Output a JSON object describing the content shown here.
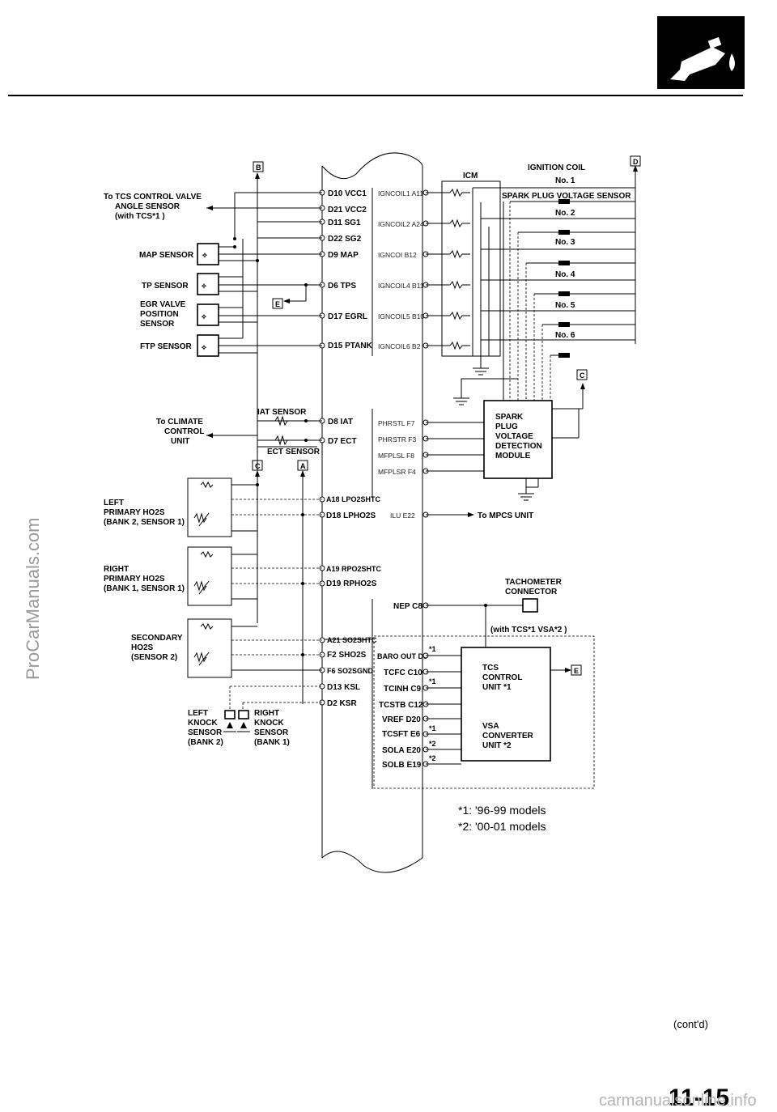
{
  "watermark_side": "ProCarManuals.com",
  "watermark_bottom": "carmanualsonline.info",
  "header_icon": "fuel-nozzle-icon",
  "page_number": "11-15",
  "continued": "(cont'd)",
  "footnotes": [
    "*1: '96-99 models",
    "*2: '00-01 models"
  ],
  "refs": {
    "B": "B",
    "D": "D",
    "E": "E",
    "C": "C",
    "A": "A",
    "C2": "C",
    "E2": "E"
  },
  "left_labels": {
    "tcs_sensor": [
      "To TCS CONTROL VALVE",
      "ANGLE SENSOR",
      "(with TCS*1 )"
    ],
    "map": "MAP SENSOR",
    "tp": "TP SENSOR",
    "egr": [
      "EGR VALVE",
      "POSITION",
      "SENSOR"
    ],
    "ftp": "FTP SENSOR",
    "climate": [
      "To CLIMATE",
      "CONTROL",
      "UNIT"
    ],
    "iat": "IAT SENSOR",
    "ect": "ECT SENSOR",
    "left_ho2s": [
      "LEFT",
      "PRIMARY HO2S",
      "(BANK 2, SENSOR 1)"
    ],
    "right_ho2s": [
      "RIGHT",
      "PRIMARY HO2S",
      "(BANK 1, SENSOR 1)"
    ],
    "secondary": [
      "SECONDARY",
      "HO2S",
      "(SENSOR 2)"
    ],
    "left_knock": [
      "LEFT",
      "KNOCK",
      "SENSOR",
      "(BANK 2)"
    ],
    "right_knock": [
      "RIGHT",
      "KNOCK",
      "SENSOR",
      "(BANK 1)"
    ]
  },
  "pins_left": [
    "D10 VCC1",
    "D21 VCC2",
    "D11 SG1",
    "D22 SG2",
    "D9 MAP",
    "D6 TPS",
    "D17 EGRL",
    "D15 PTANK",
    "D8 IAT",
    "D7 ECT",
    "A18 LPO2SHTC",
    "D18 LPHO2S",
    "A19 RPO2SHTC",
    "D19 RPHO2S",
    "A21 SO2SHTC",
    "F2 SHO2S",
    "F6 SO2SGND",
    "D13 KSL",
    "D2 KSR"
  ],
  "pins_right_upper": [
    "IGNCOIL1 A11",
    "IGNCOIL2 A24",
    "IGNCOI B12",
    "IGNCOIL4 B11",
    "IGNCOIL5 B10",
    "IGNCOIL6 B2"
  ],
  "pins_right_mid": [
    "PHRSTL F7",
    "PHRSTR F3",
    "MFPLSL F8",
    "MFPLSR F4",
    "ILU E22"
  ],
  "pins_right_lower": [
    "NEP C8",
    "BARO OUT D3",
    "TCFC C10",
    "TCINH C9",
    "TCSTB C12",
    "VREF D20",
    "TCSFT E6",
    "SOLA E20",
    "SOLB E19"
  ],
  "right_labels": {
    "icm": "ICM",
    "ignition_coil": "IGNITION COIL",
    "coils": [
      "No. 1",
      "No. 2",
      "No. 3",
      "No. 4",
      "No. 5",
      "No. 6"
    ],
    "spark_sensor": "SPARK PLUG VOLTAGE SENSOR",
    "detection_module": [
      "SPARK",
      "PLUG",
      "VOLTAGE",
      "DETECTION",
      "MODULE"
    ],
    "mpcs": "To MPCS UNIT",
    "tachometer": [
      "TACHOMETER",
      "CONNECTOR"
    ],
    "with_tcs": "(with TCS*1 VSA*2 )",
    "tcs_unit": [
      "TCS",
      "CONTROL",
      "UNIT *1"
    ],
    "vsa_unit": [
      "VSA",
      "CONVERTER",
      "UNIT *2"
    ],
    "stars": [
      "*1",
      "*1",
      "*1",
      "*2",
      "*2"
    ]
  }
}
